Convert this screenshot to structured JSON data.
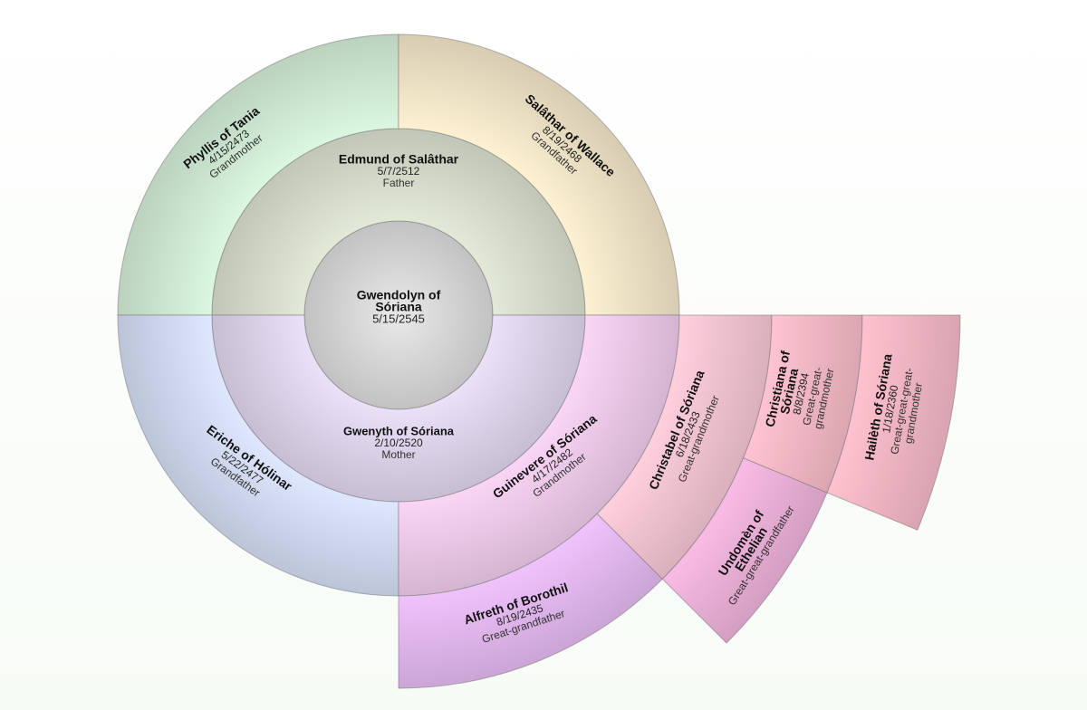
{
  "title": "Family fan chart",
  "people": {
    "root": {
      "name": [
        "Gwendolyn of",
        "Sóriana"
      ],
      "date": "5/15/2545",
      "role": "",
      "color": "#d8d8d8"
    },
    "father": {
      "name": [
        "Edmund of Salâthar"
      ],
      "date": "5/7/2512",
      "role": "Father",
      "color": "#d6dccb"
    },
    "mother": {
      "name": [
        "Gwenyth of Sóriana"
      ],
      "date": "2/10/2520",
      "role": "Mother",
      "color": "#ddd3ea"
    },
    "pgm": {
      "name": [
        "Phyllis of Tania"
      ],
      "date": "4/15/2473",
      "role": "Grandmother",
      "color": "#cfe9d3"
    },
    "pgf": {
      "name": [
        "Salâthar of Wallace"
      ],
      "date": "8/19/2468",
      "role": "Grandfather",
      "color": "#efe3c6"
    },
    "mgm": {
      "name": [
        "Guinevere of Sóriana"
      ],
      "date": "4/17/2482",
      "role": "Grandmother",
      "color": "#ecc9e8"
    },
    "mgf": {
      "name": [
        "Eriche of Hólinar"
      ],
      "date": "5/22/2477",
      "role": "Grandfather",
      "color": "#d1daf0"
    },
    "ggm": {
      "name": [
        "Christabel of Sóriana"
      ],
      "date": "6/18/2433",
      "role": "Great-grandmother",
      "color": "#f2c3d1"
    },
    "ggf": {
      "name": [
        "Alfreth of Borothil"
      ],
      "date": "8/19/2435",
      "role": "Great-grandfather",
      "color": "#e2b7ee"
    },
    "gggm": {
      "name": [
        "Christiana of",
        "Sóriana"
      ],
      "date": "8/8/2394",
      "role": "Great-great-|grandmother",
      "color": "#f3b8c5"
    },
    "gggf": {
      "name": [
        "Undomèn of",
        "Ethelian"
      ],
      "date": "",
      "role": "Great-great-grandfather",
      "color": "#ebb0d8"
    },
    "ggggm": {
      "name": [
        "Hailèth of Sóriana"
      ],
      "date": "1/18/2360",
      "role": "Great-great-great-|grandmother",
      "color": "#f1b6c3"
    }
  }
}
